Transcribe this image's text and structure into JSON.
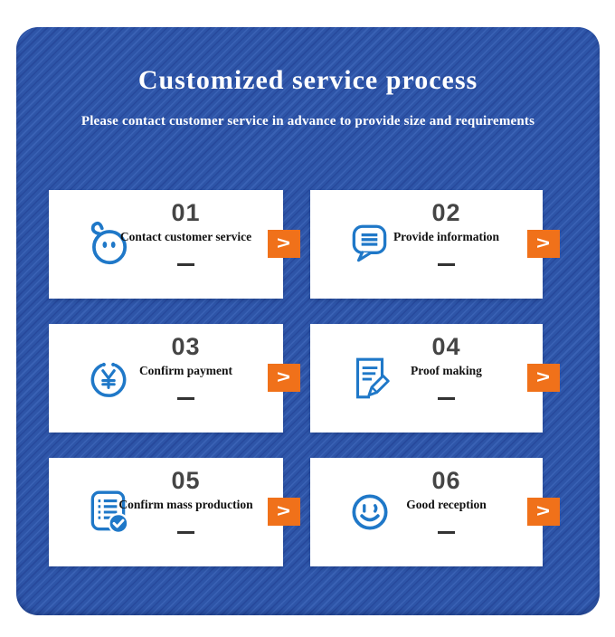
{
  "header": {
    "title": "Customized service process",
    "subtitle": "Please contact customer service in advance to provide size and requirements"
  },
  "steps": [
    {
      "number": "01",
      "label": "Contact customer service",
      "icon": "chat-face-icon",
      "arrow": ">"
    },
    {
      "number": "02",
      "label": "Provide information",
      "icon": "speech-bubble-lines-icon",
      "arrow": ">"
    },
    {
      "number": "03",
      "label": "Confirm payment",
      "icon": "yuan-coin-icon",
      "arrow": ">"
    },
    {
      "number": "04",
      "label": "Proof making",
      "icon": "document-pencil-icon",
      "arrow": ">"
    },
    {
      "number": "05",
      "label": "Confirm mass production",
      "icon": "checklist-check-icon",
      "arrow": ">"
    },
    {
      "number": "06",
      "label": "Good reception",
      "icon": "smiley-face-icon",
      "arrow": ">"
    }
  ],
  "colors": {
    "panel_blue": "#2e55a8",
    "panel_blue_light": "#3a62b5",
    "panel_blue_dark": "#27499c",
    "card_background": "#ffffff",
    "accent_orange": "#f0711a",
    "icon_blue": "#1f78c8",
    "number_gray": "#454545",
    "label_black": "#111111"
  }
}
